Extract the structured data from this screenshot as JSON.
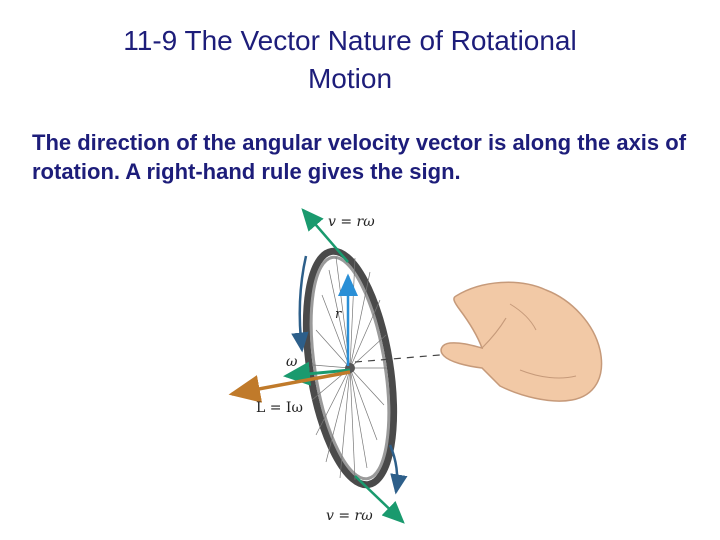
{
  "slide": {
    "title_line1": "11-9 The Vector Nature of Rotational",
    "title_line2": "Motion",
    "body": "The direction of the angular velocity vector is along the axis of rotation. A right-hand rule gives the sign."
  },
  "figure": {
    "label_v_top": "v = rω",
    "label_v_bottom": "v = rω",
    "label_r": "r",
    "label_omega": "ω",
    "label_L": "L = Iω",
    "colors": {
      "tangential_arrow": "#1a9a6e",
      "omega_arrow": "#1a9a6e",
      "L_arrow": "#c07a2a",
      "radius_arrow": "#2a8fd6",
      "rotation_arrow": "#2d5f8a",
      "tire": "#4a4a4a",
      "rim": "#9a9a9a",
      "hand": "#f2c9a6"
    }
  }
}
